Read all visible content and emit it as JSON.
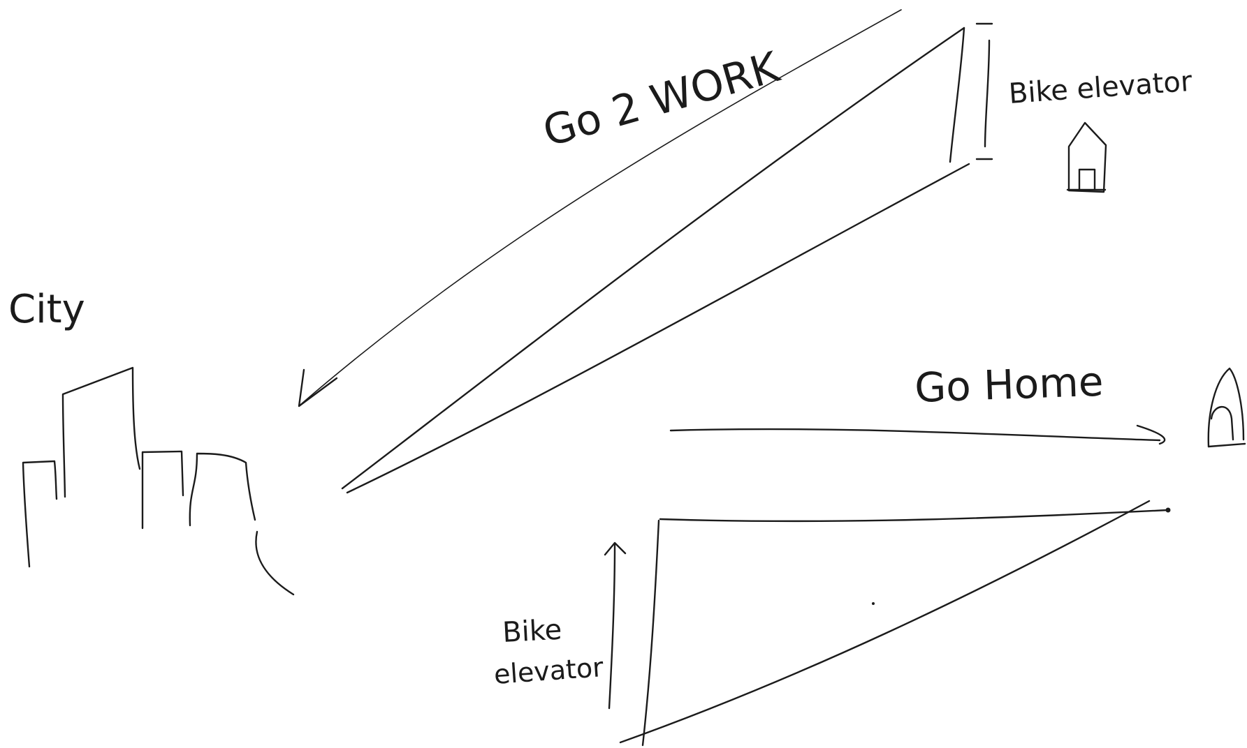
{
  "labels": {
    "go_to_work": "Go 2 WORK",
    "bike_elevator_top": "Bike elevator",
    "city": "City",
    "go_home": "Go Home",
    "bike_elevator_bottom_line1": "Bike",
    "bike_elevator_bottom_line2": "elevator"
  },
  "colors": {
    "ink": "#1b1b1b",
    "paper": "#ffffff"
  },
  "icons": {
    "house_top": "house-icon",
    "house_right": "house-icon",
    "city_skyline": "city-skyline-icon"
  }
}
